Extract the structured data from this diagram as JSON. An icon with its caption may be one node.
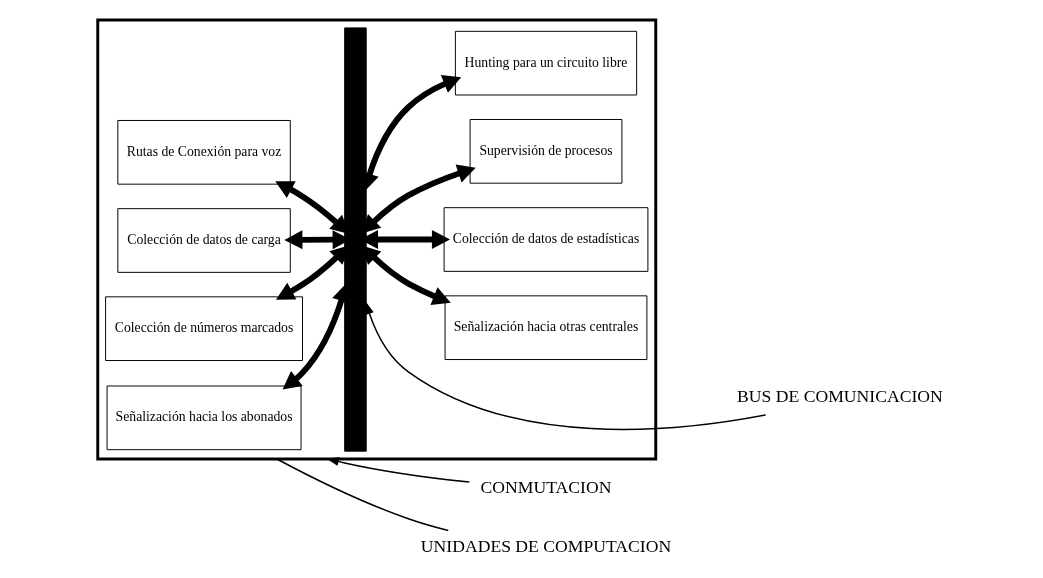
{
  "diagram": {
    "nodes": [
      {
        "text": [],
        "shape": "box"
      },
      {
        "text": [
          "Señalización hacia los abonados"
        ],
        "in": 0
      },
      {
        "text": [
          "Señalización hacia otras centrales"
        ],
        "in": 0
      },
      {
        "text": [
          "Colección de números marcados"
        ],
        "in": 0
      },
      {
        "text": [
          "Colección de datos de estadísticas"
        ],
        "in": 0
      },
      {
        "text": [
          "Colección de datos de carga"
        ],
        "in": 0
      },
      {
        "text": [
          "Supervisión de procesos"
        ],
        "in": 0
      },
      {
        "text": [
          "Rutas de Conexión para voz"
        ],
        "in": 0
      },
      {
        "text": [
          "Hunting para un circuito libre"
        ],
        "in": 0
      },
      {
        "text": [],
        "shape": "bar",
        "in": 0
      },
      {
        "text": [
          "CONMUTACION"
        ]
      },
      {
        "text": [
          "UNIDADES DE COMPUTACION"
        ]
      },
      {
        "text": [
          "BUS DE COMUNICACION"
        ]
      }
    ],
    "edges": [
      {
        "from": 1,
        "to": 9,
        "arrow": "both"
      },
      {
        "from": 9,
        "to": 2,
        "arrow": "both"
      },
      {
        "from": 3,
        "to": 9,
        "arrow": "both"
      },
      {
        "from": 9,
        "to": 4,
        "arrow": "both"
      },
      {
        "from": 5,
        "to": 9,
        "arrow": "both"
      },
      {
        "from": 9,
        "to": 6,
        "arrow": "both"
      },
      {
        "from": 7,
        "to": 9,
        "arrow": "both"
      },
      {
        "from": 9,
        "to": 8,
        "arrow": "both"
      },
      {
        "from": 10,
        "to": 0,
        "arrow": "to"
      },
      {
        "from": 11,
        "to": 0,
        "arrow": "none"
      },
      {
        "from": 12,
        "to": 9,
        "arrow": "to"
      }
    ]
  }
}
